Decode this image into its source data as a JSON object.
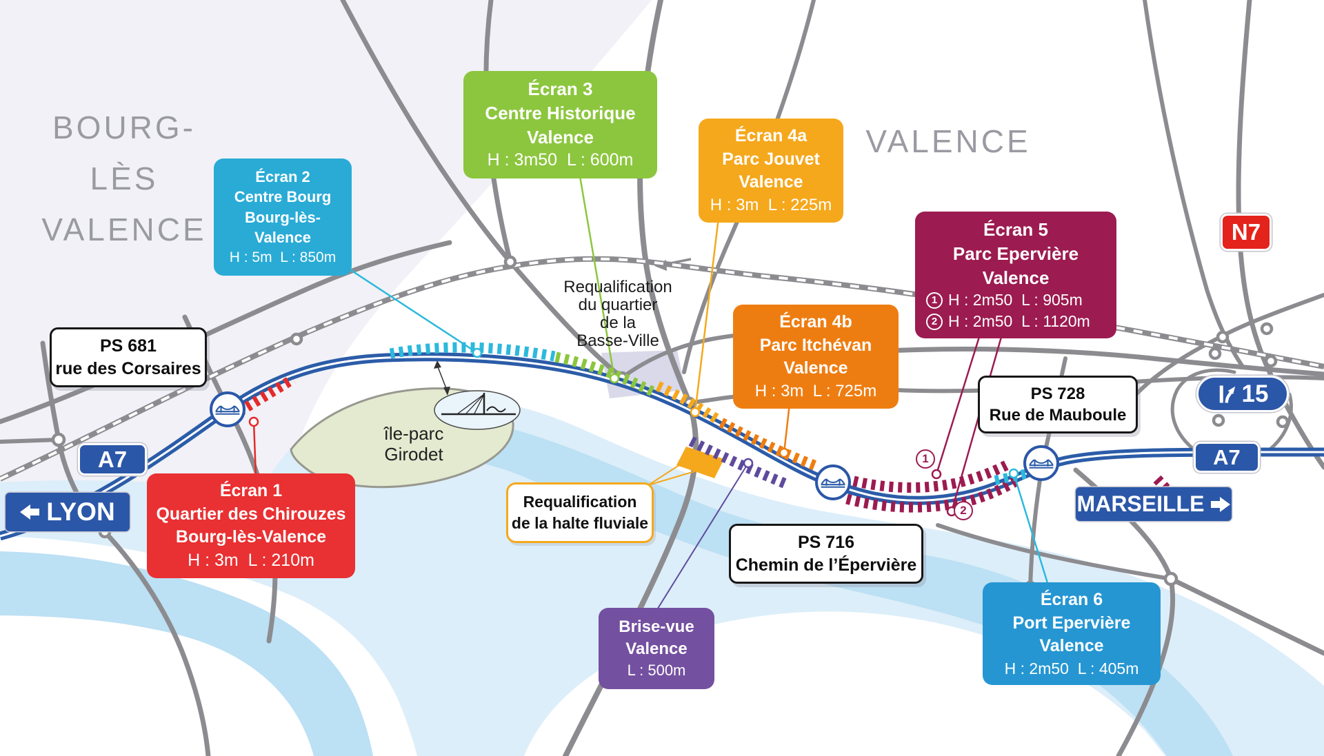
{
  "city_labels": {
    "bourg_line1": "BOURG-LÈS",
    "bourg_line2": "VALENCE",
    "valence": "VALENCE"
  },
  "screens": {
    "ecran1": {
      "title": "Écran 1",
      "line1": "Quartier des Chirouzes",
      "line2": "Bourg-lès-Valence",
      "dims": "H : 3m  L : 210m"
    },
    "ecran2": {
      "title": "Écran 2",
      "line1": "Centre Bourg",
      "line2": "Bourg-lès-Valence",
      "dims": "H : 5m  L : 850m"
    },
    "ecran3": {
      "title": "Écran 3",
      "line1": "Centre Historique",
      "line2": "Valence",
      "dims": "H : 3m50  L : 600m"
    },
    "ecran4a": {
      "title": "Écran 4a",
      "line1": "Parc Jouvet",
      "line2": "Valence",
      "dims": "H : 3m  L : 225m"
    },
    "ecran4b": {
      "title": "Écran 4b",
      "line1": "Parc Itchévan",
      "line2": "Valence",
      "dims": "H : 3m  L : 725m"
    },
    "ecran5": {
      "title": "Écran 5",
      "line1": "Parc Epervière",
      "line2": "Valence",
      "entries": [
        {
          "num": "1",
          "text": "H : 2m50  L : 905m"
        },
        {
          "num": "2",
          "text": "H : 2m50  L : 1120m"
        }
      ]
    },
    "ecran6": {
      "title": "Écran 6",
      "line1": "Port Epervière",
      "line2": "Valence",
      "dims": "H : 2m50  L : 405m"
    },
    "brise_vue": {
      "title": "Brise-vue",
      "line1": "Valence",
      "dims": "L : 500m"
    }
  },
  "overpasses": {
    "ps681": {
      "ref": "PS 681",
      "name": "rue des Corsaires"
    },
    "ps716": {
      "ref": "PS 716",
      "name": "Chemin de l’Épervière"
    },
    "ps728": {
      "ref": "PS 728",
      "name": "Rue de Mauboule"
    }
  },
  "notes": {
    "basse_ville": {
      "l1": "Requalification",
      "l2": "du quartier",
      "l3": "de la",
      "l4": "Basse-Ville"
    },
    "halte": {
      "l1": "Requalification",
      "l2": "de la halte fluviale"
    },
    "ile_parc": {
      "l1": "île-parc",
      "l2": "Girodet"
    }
  },
  "road_signs": {
    "a7_left": "A7",
    "a7_right": "A7",
    "n7": "N7",
    "exit_number": "15",
    "lyon": "LYON",
    "marseille": "MARSEILLE",
    "lyon_arrow_direction": "left",
    "marseille_arrow_direction": "right"
  },
  "map_markers": {
    "m1": "1",
    "m2": "2"
  },
  "colors": {
    "ecran1": "#E93032",
    "ecran2": "#29ABD6",
    "ecran3": "#8CC63E",
    "ecran4a": "#F5A81C",
    "ecran4b": "#EE7D11",
    "ecran5": "#9C1B50",
    "ecran6": "#2596D2",
    "brise_vue": "#7450A0",
    "purple_barrier": "#5E4A9D",
    "motorway_sign": "#2B57A8",
    "n7_sign": "#E3231C",
    "road_gray": "#8C8C90",
    "river_blue": "#BCE0F4",
    "city_area": "#F1F1F7",
    "island_green": "#E4EAD0"
  }
}
